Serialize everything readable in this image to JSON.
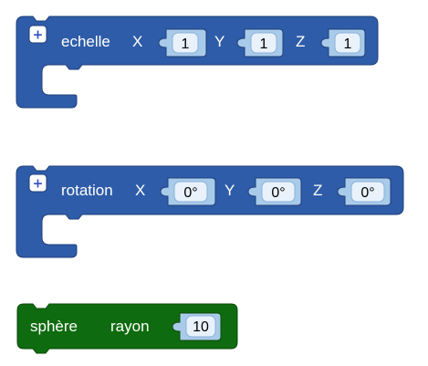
{
  "colors": {
    "transform_block": "#2e5ca8",
    "transform_block_dark": "#1f3f7a",
    "shape_block": "#0f6b0f",
    "shape_block_dark": "#0a4a0a",
    "slot_fill": "#a9cbea",
    "field_fill": "#e9f2fb",
    "text_light": "#ffffff",
    "text_dark": "#000000"
  },
  "blocks": {
    "scale": {
      "expand_icon": "plus-icon",
      "label": "echelle",
      "x_label": "X",
      "x_value": "1",
      "y_label": "Y",
      "y_value": "1",
      "z_label": "Z",
      "z_value": "1"
    },
    "rotation": {
      "expand_icon": "plus-icon",
      "label": "rotation",
      "x_label": "X",
      "x_value": "0°",
      "y_label": "Y",
      "y_value": "0°",
      "z_label": "Z",
      "z_value": "0°"
    },
    "sphere": {
      "label": "sphère",
      "radius_label": "rayon",
      "radius_value": "10"
    }
  }
}
